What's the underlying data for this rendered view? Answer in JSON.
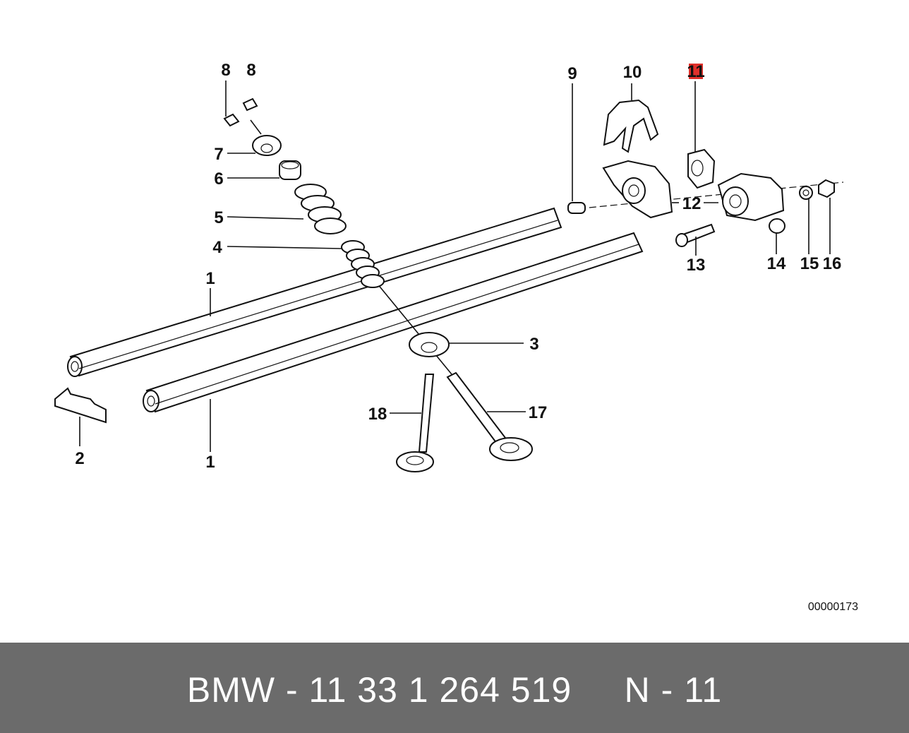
{
  "diagram": {
    "callouts": [
      {
        "id": "8a",
        "text": "8"
      },
      {
        "id": "8b",
        "text": "8"
      },
      {
        "id": "7",
        "text": "7"
      },
      {
        "id": "6",
        "text": "6"
      },
      {
        "id": "5",
        "text": "5"
      },
      {
        "id": "4",
        "text": "4"
      },
      {
        "id": "1a",
        "text": "1"
      },
      {
        "id": "1b",
        "text": "1"
      },
      {
        "id": "2",
        "text": "2"
      },
      {
        "id": "3",
        "text": "3"
      },
      {
        "id": "18",
        "text": "18"
      },
      {
        "id": "17",
        "text": "17"
      },
      {
        "id": "9",
        "text": "9"
      },
      {
        "id": "10",
        "text": "10"
      },
      {
        "id": "11",
        "text": "11",
        "highlighted": true
      },
      {
        "id": "12",
        "text": "12"
      },
      {
        "id": "13",
        "text": "13"
      },
      {
        "id": "14",
        "text": "14"
      },
      {
        "id": "15",
        "text": "15"
      },
      {
        "id": "16",
        "text": "16"
      }
    ],
    "drawing_number": "00000173",
    "highlight_color": "#e0302b"
  },
  "footer": {
    "text": "BMW - 11 33 1 264 519     N - 11",
    "background": "#6b6b6b"
  }
}
